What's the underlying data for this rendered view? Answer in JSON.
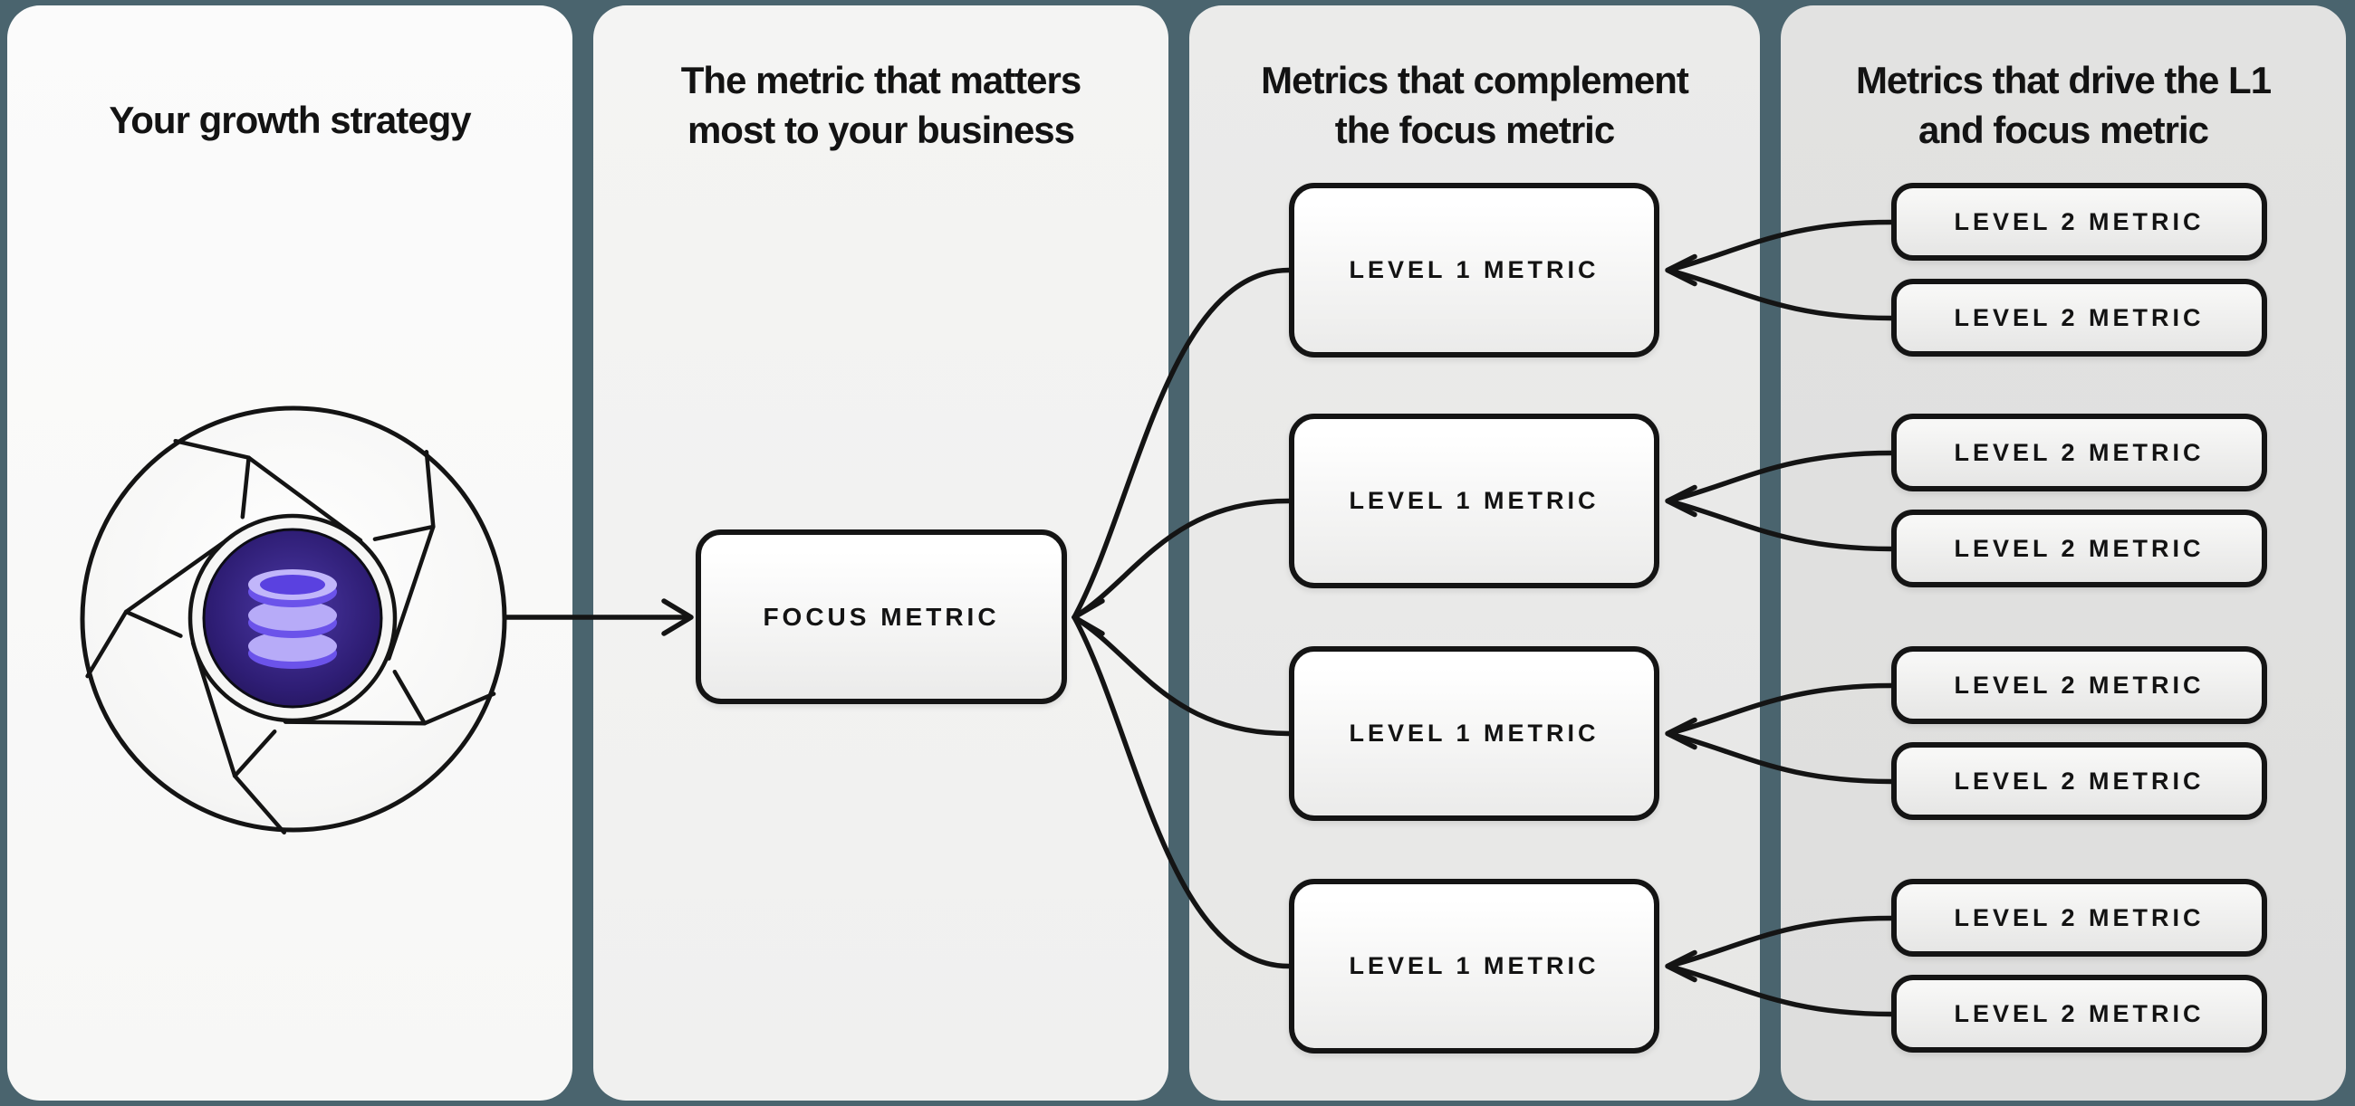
{
  "canvas": {
    "background_color": "#4a646e"
  },
  "panels": [
    {
      "title": "Your growth strategy",
      "background_color": "#fafafa"
    },
    {
      "title": "The metric that matters\nmost to your business",
      "background_color": "#f3f3f2"
    },
    {
      "title": "Metrics that complement\nthe focus metric",
      "background_color": "#eaeae9"
    },
    {
      "title": "Metrics that drive the L1\nand focus metric",
      "background_color": "#e0e0df"
    }
  ],
  "labels": {
    "focus": "FOCUS METRIC",
    "level1": "LEVEL 1 METRIC",
    "level2": "LEVEL 2 METRIC"
  },
  "structure": {
    "level1_count": 4,
    "level2_count": 8,
    "flow": "flywheel -> focus metric <- level 1 metrics <- level 2 metrics"
  },
  "icons": {
    "flywheel": "flywheel-icon",
    "database": "database-icon"
  },
  "colors": {
    "line": "#141414",
    "box_border": "#141414",
    "hub_fill": "#2c1c6e",
    "hub_center": "#4c39a6",
    "database_light": "#b7abf8",
    "database_dark": "#5a41e0",
    "database_shadow": "#6b53ea"
  }
}
